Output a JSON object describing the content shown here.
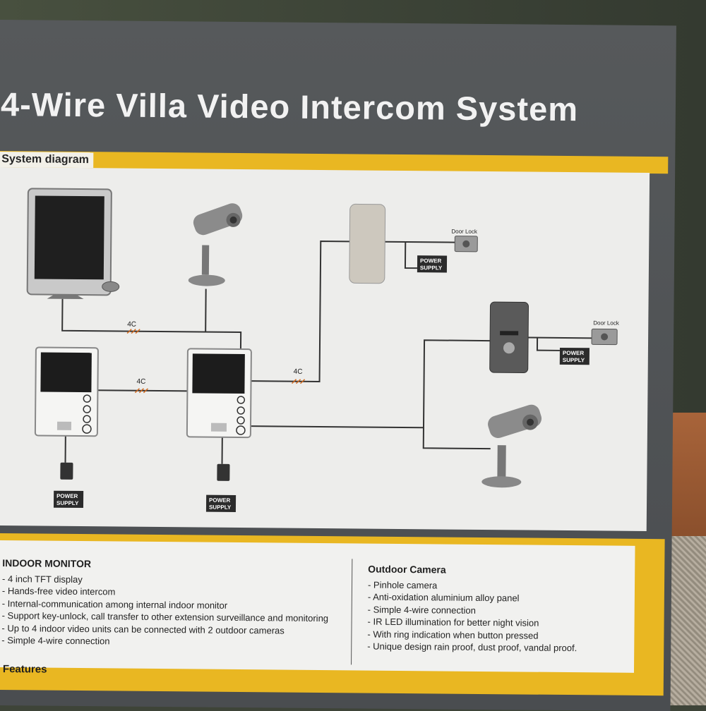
{
  "title": "4-Wire Villa Video Intercom System",
  "diagram": {
    "section_label": "System diagram",
    "wire_label": "4C",
    "power_supply": [
      "POWER",
      "SUPPLY"
    ],
    "door_lock": "Door Lock"
  },
  "indoor_monitor": {
    "heading": "INDOOR MONITOR",
    "items": [
      "- 4 inch TFT display",
      "- Hands-free video intercom",
      "- Internal-communication among internal indoor monitor",
      "- Support key-unlock, call transfer to other extension surveillance and monitoring",
      "- Up to 4 indoor video units can be connected with 2 outdoor cameras",
      "- Simple 4-wire connection"
    ]
  },
  "outdoor_camera": {
    "heading": "Outdoor Camera",
    "items": [
      "- Pinhole camera",
      "- Anti-oxidation aluminium alloy  panel",
      "- Simple 4-wire connection",
      "- IR LED illumination for better night vision",
      "- With ring indication when button pressed",
      "- Unique design rain proof, dust proof, vandal proof."
    ]
  },
  "features_label": "Features",
  "colors": {
    "accent_yellow": "#e9b722",
    "box_gray": "#4a4d50",
    "panel": "#ededeb"
  }
}
